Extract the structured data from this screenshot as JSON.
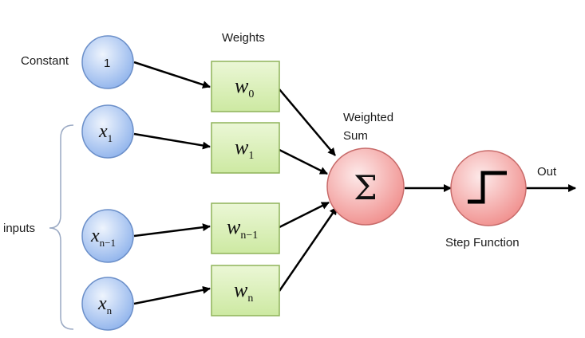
{
  "labels": {
    "weights": "Weights",
    "constant": "Constant",
    "inputs": "inputs",
    "weighted_sum_line1": "Weighted",
    "weighted_sum_line2": "Sum",
    "step_function": "Step Function",
    "out": "Out"
  },
  "input_nodes": [
    {
      "var": "",
      "sub": "",
      "text": "1"
    },
    {
      "var": "x",
      "sub": "1"
    },
    {
      "var": "x",
      "sub": "n−1"
    },
    {
      "var": "x",
      "sub": "n"
    }
  ],
  "weight_boxes": [
    {
      "var": "w",
      "sub": "0"
    },
    {
      "var": "w",
      "sub": "1"
    },
    {
      "var": "w",
      "sub": "n−1"
    },
    {
      "var": "w",
      "sub": "n"
    }
  ],
  "summation_symbol": "Σ",
  "colors": {
    "input_fill_top": "#dce9fb",
    "input_fill_bottom": "#8fb3ec",
    "input_stroke": "#6b8fc9",
    "weight_fill": "#d9f0b4",
    "weight_stroke": "#8fb35a",
    "sum_fill_top": "#fde0df",
    "sum_fill_bottom": "#f19a98",
    "sum_stroke": "#c86b6a",
    "arrow": "#000000",
    "brace": "#9aa9c3"
  }
}
